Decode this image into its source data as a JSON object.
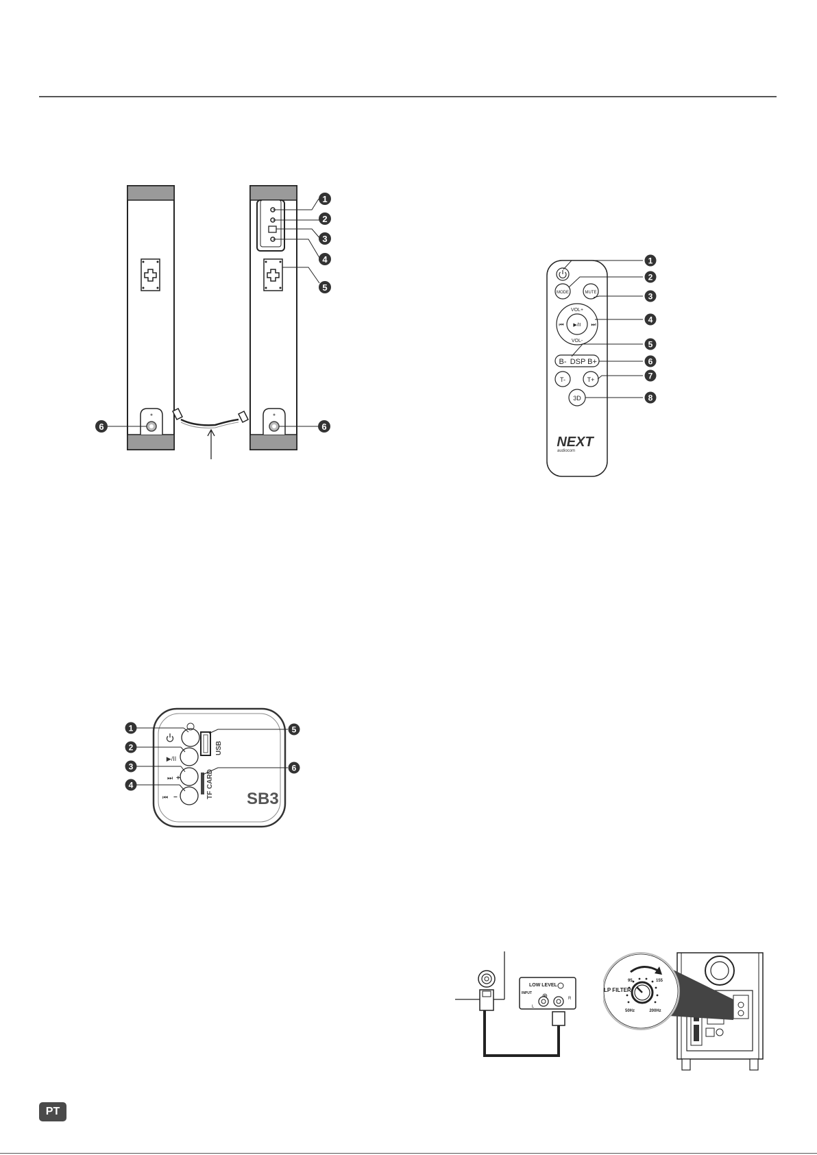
{
  "page": {
    "language_badge": "PT"
  },
  "speakers_rear": {
    "callouts": [
      "1",
      "2",
      "3",
      "4",
      "5",
      "6",
      "6"
    ]
  },
  "remote": {
    "buttons": {
      "mode": "MODE",
      "mute": "MUTE",
      "vol_up": "VOL+",
      "vol_down": "VOL-",
      "play_pause": "▶/II",
      "prev": "⏮",
      "next": "⏭",
      "b_minus": "B-",
      "dsp": "DSP",
      "b_plus": "B+",
      "t_minus": "T-",
      "t_plus": "T+",
      "three_d": "3D"
    },
    "brand": "NEXT",
    "brand_sub": "audiocom",
    "callouts": [
      "1",
      "2",
      "3",
      "4",
      "5",
      "6",
      "7",
      "8"
    ]
  },
  "control_panel": {
    "usb_label": "USB",
    "tf_label": "TF CARD",
    "model": "SB3",
    "play_label": "▶/II",
    "callouts": [
      "1",
      "2",
      "3",
      "4",
      "5",
      "6"
    ]
  },
  "connection": {
    "low_level": "LOW LEVEL",
    "input": "INPUT",
    "left": "L",
    "right": "R"
  },
  "subwoofer": {
    "lp_filter": "LP FILTER",
    "freq_low": "50Hz",
    "freq_high": "200Hz",
    "mark_95": "95",
    "mark_155": "155"
  }
}
